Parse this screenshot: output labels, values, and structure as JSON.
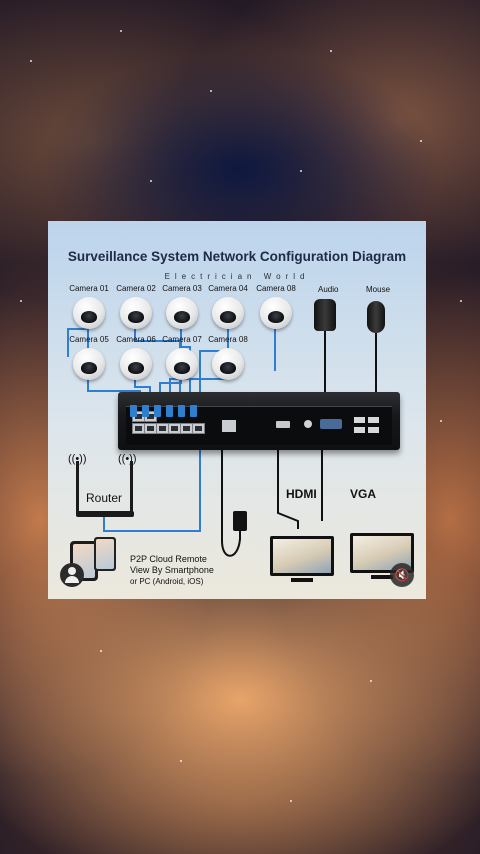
{
  "diagram": {
    "title": "Surveillance System Network Configuration Diagram",
    "subtitle": "Electrician World",
    "cameras_top": [
      "Camera 01",
      "Camera 02",
      "Camera 03",
      "Camera 04",
      "Camera 08"
    ],
    "cameras_bottom": [
      "Camera 05",
      "Camera 06",
      "Camera 07",
      "Camera 08"
    ],
    "audio_label": "Audio",
    "mouse_label": "Mouse",
    "router_label": "Router",
    "hdmi_label": "HDMI",
    "vga_label": "VGA",
    "p2p_line1": "P2P Cloud Remote",
    "p2p_line2": "View By Smartphone",
    "p2p_line3": "or PC (Android, iOS)"
  },
  "colors": {
    "cable": "#2f7fd0",
    "cable_dark": "#111111",
    "card_top": "#bcd4ec"
  },
  "controls": {
    "mute_icon": "🔇"
  }
}
